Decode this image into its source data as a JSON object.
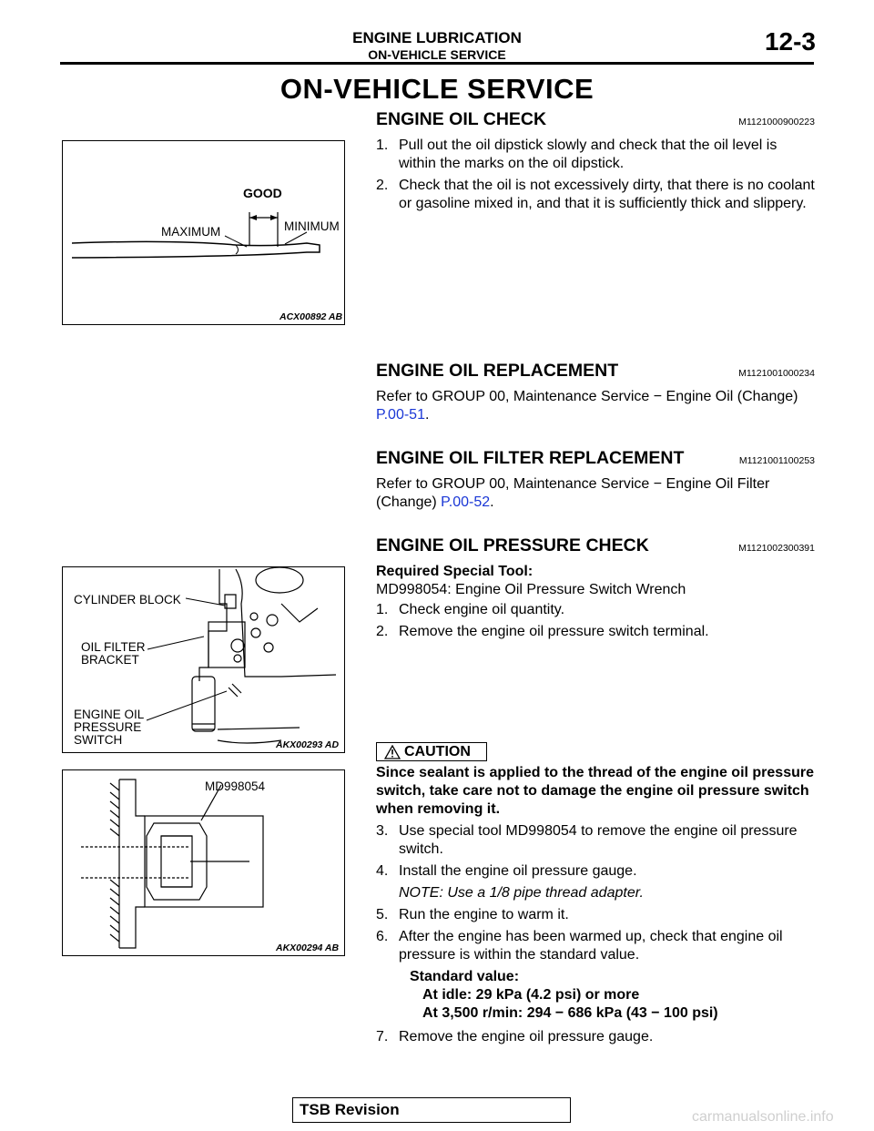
{
  "header": {
    "title": "ENGINE LUBRICATION",
    "subtitle": "ON-VEHICLE SERVICE",
    "page": "12-3"
  },
  "main_title": "ON-VEHICLE SERVICE",
  "sections": {
    "oil_check": {
      "heading": "ENGINE OIL CHECK",
      "code": "M1121000900223",
      "steps": [
        {
          "num": "1.",
          "text": "Pull out the oil dipstick slowly and check that the oil level is within the marks on the oil dipstick."
        },
        {
          "num": "2.",
          "text": "Check that the oil is not excessively dirty, that there is no coolant or gasoline mixed in, and that it is sufficiently thick and slippery."
        }
      ]
    },
    "oil_replacement": {
      "heading": "ENGINE OIL REPLACEMENT",
      "code": "M1121001000234",
      "text": "Refer to GROUP 00, Maintenance Service − Engine Oil (Change)",
      "link": "P.00-51",
      "tail": "."
    },
    "filter_replacement": {
      "heading": "ENGINE OIL FILTER REPLACEMENT",
      "code": "M1121001100253",
      "text": "Refer to GROUP 00, Maintenance Service − Engine Oil Filter (Change)",
      "link": "P.00-52",
      "tail": "."
    },
    "pressure_check": {
      "heading": "ENGINE OIL PRESSURE CHECK",
      "code": "M1121002300391",
      "tool_label": "Required Special Tool:",
      "tool": "MD998054: Engine Oil Pressure Switch Wrench",
      "steps_a": [
        {
          "num": "1.",
          "text": "Check engine oil quantity."
        },
        {
          "num": "2.",
          "text": "Remove the engine oil pressure switch terminal."
        }
      ],
      "caution_label": "CAUTION",
      "caution_text": "Since sealant is applied to the thread of the engine oil pressure switch, take care not to damage the engine oil pressure switch when removing it.",
      "steps_b": [
        {
          "num": "3.",
          "text": "Use special tool MD998054 to remove the engine oil pressure switch."
        },
        {
          "num": "4.",
          "text": "Install the engine oil pressure gauge."
        }
      ],
      "note": "NOTE: Use a 1/8 pipe thread adapter.",
      "steps_c": [
        {
          "num": "5.",
          "text": "Run the engine to warm it."
        },
        {
          "num": "6.",
          "text": "After the engine has been warmed up, check that engine oil pressure is within the standard value."
        }
      ],
      "standard": {
        "label": "Standard value:",
        "idle": "At idle: 29 kPa (4.2 psi) or more",
        "rpm": "At 3,500 r/min: 294 − 686 kPa (43 − 100 psi)"
      },
      "steps_d": [
        {
          "num": "7.",
          "text": "Remove the engine oil pressure gauge."
        }
      ]
    }
  },
  "figures": {
    "dipstick": {
      "good": "GOOD",
      "maximum": "MAXIMUM",
      "minimum": "MINIMUM",
      "caption": "ACX00892 AB"
    },
    "block": {
      "cyl": "CYLINDER BLOCK",
      "filter1": "OIL FILTER",
      "filter2": "BRACKET",
      "sw1": "ENGINE OIL",
      "sw2": "PRESSURE",
      "sw3": "SWITCH",
      "caption": "AKX00293 AD"
    },
    "tool": {
      "label": "MD998054",
      "caption": "AKX00294 AB"
    }
  },
  "footer": {
    "label": "TSB Revision"
  },
  "watermark": "carmanualsonline.info"
}
